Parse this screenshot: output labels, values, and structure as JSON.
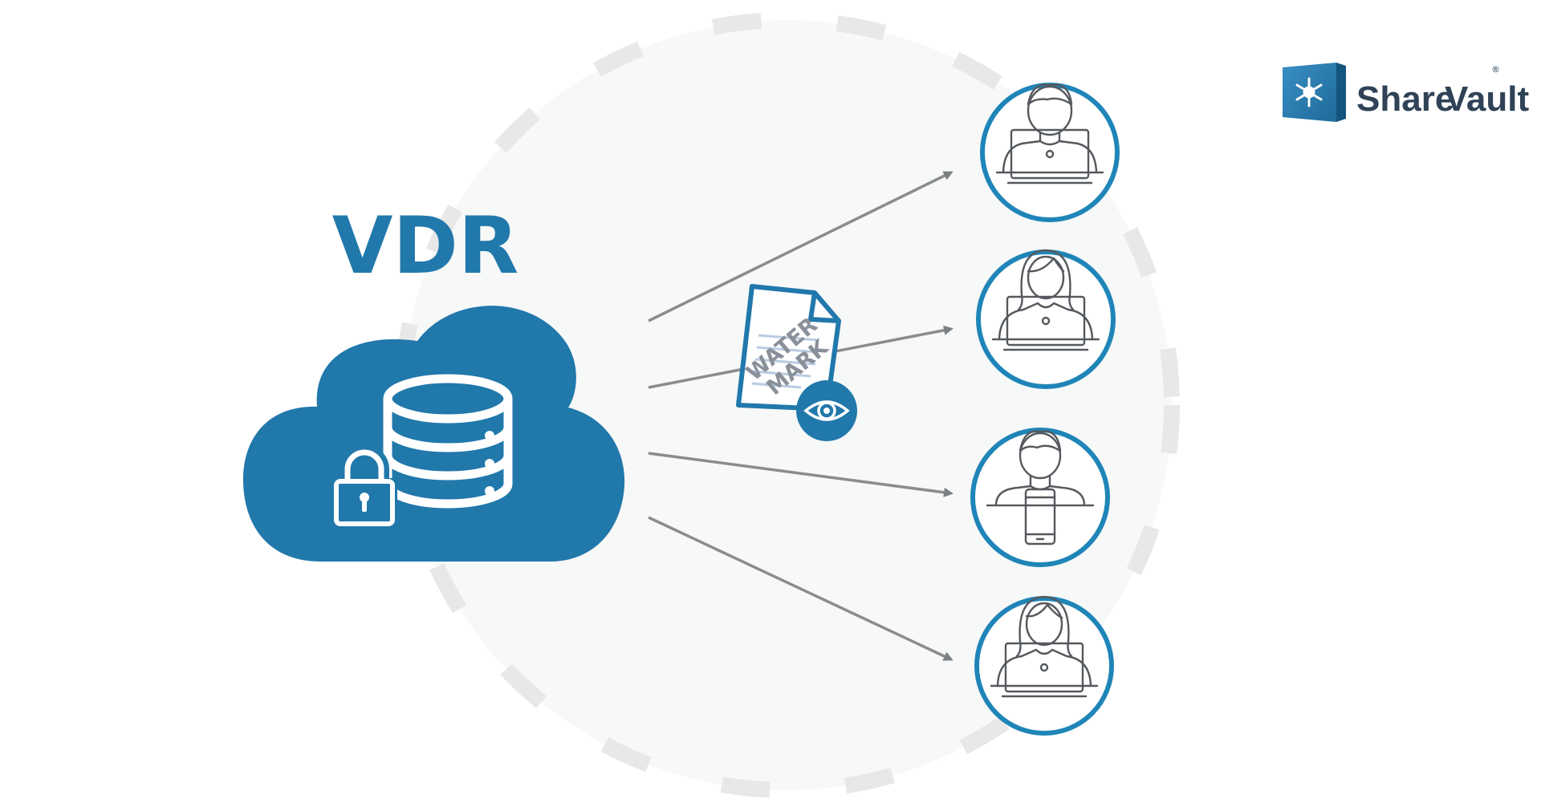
{
  "diagram": {
    "title": "VDR",
    "watermark_lines": [
      "WATER",
      "MARK"
    ]
  },
  "logo": {
    "share": "Share",
    "vault": "Vault",
    "registered": "®"
  },
  "colors": {
    "brand_blue": "#2178AB",
    "logo_dark": "#2F4257",
    "arrow_gray": "#8A8C8E",
    "circle_fill": "#F7F8F8",
    "dash_gray": "#E8E8E8"
  },
  "icons": {
    "cloud": "cloud-icon",
    "database": "database-icon",
    "lock": "padlock-icon",
    "document": "watermarked-document-icon",
    "eye": "eye-icon",
    "users": [
      "man-laptop-icon",
      "woman-laptop-icon",
      "man-phone-icon",
      "woman-laptop-icon"
    ]
  }
}
